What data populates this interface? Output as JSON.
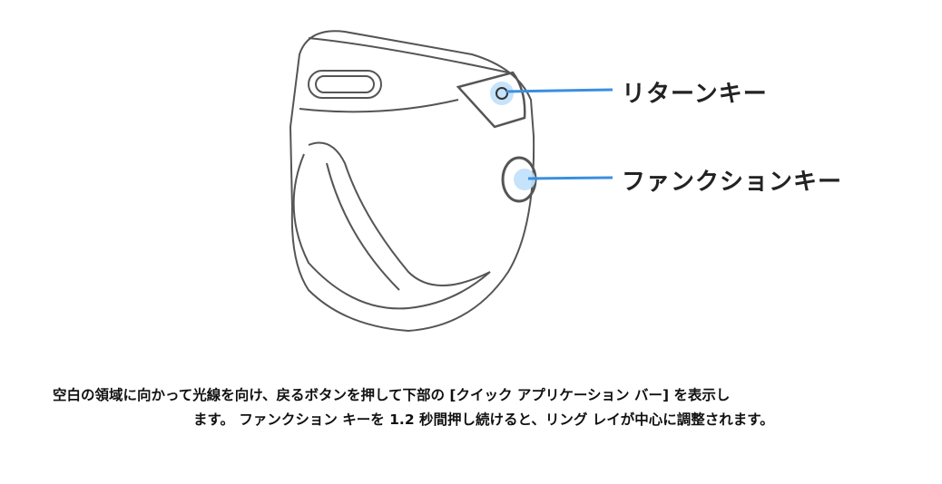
{
  "labels": {
    "return_key": "リターンキー",
    "function_key": "ファンクションキー"
  },
  "caption": {
    "line1": "空白の領域に向かって光線を向け、戻るボタンを押して下部の [クイック アプリケーション バー] を表示し",
    "line2": "ます。 ファンクション キーを 1.2 秒間押し続けると、リング レイが中心に調整されます。"
  },
  "colors": {
    "accent": "#3a8fe0",
    "line": "#555555"
  }
}
